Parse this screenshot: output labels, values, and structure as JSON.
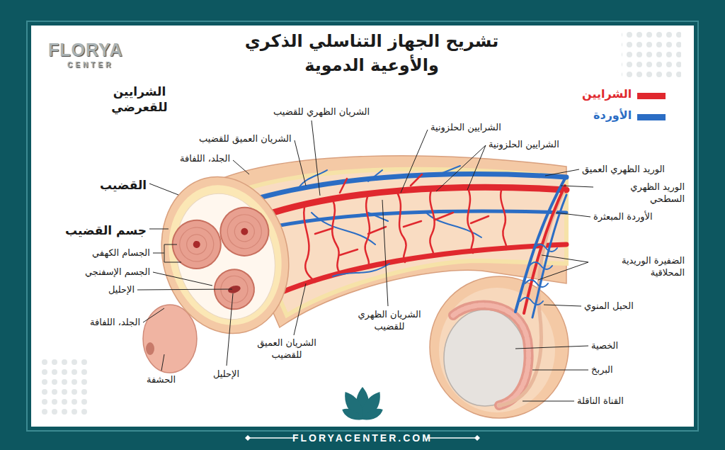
{
  "diagram": {
    "title": "تشريح الجهاز التناسلي الذكري والأوعية الدموية",
    "labels": [
      "FLORYA",
      "CENTER",
      "الشرايين للقعرضي",
      "الشريان الظهري للقضيب",
      "الشريان العميق للقضيب",
      "الجلد، اللفافة",
      "القضيب",
      "جسم القضيب",
      "الجسام الكهفي",
      "الجسم الإسفنجي",
      "الإحليل",
      "الجلد، اللفافة",
      "الحشفة",
      "الإحليل",
      "الشريان العميق للقضيب",
      "الشريان الظهري للقضيب",
      "الشرايين الحلزونية",
      "الشرايين الحلزونية",
      "الوريد الظهري العميق",
      "الوريد الظهري السطحي",
      "الأوردة المبعثرة",
      "الضفيرة الوريدية المحلاقية",
      "الحبل المنوي",
      "الخصية",
      "البربخ",
      "القناة الناقلة",
      "FLORYACENTER.COM"
    ],
    "legend": [
      {
        "text": "الشرايين",
        "color": "#e0282e"
      },
      {
        "text": "الأوردة",
        "color": "#2b6dc4"
      }
    ]
  }
}
